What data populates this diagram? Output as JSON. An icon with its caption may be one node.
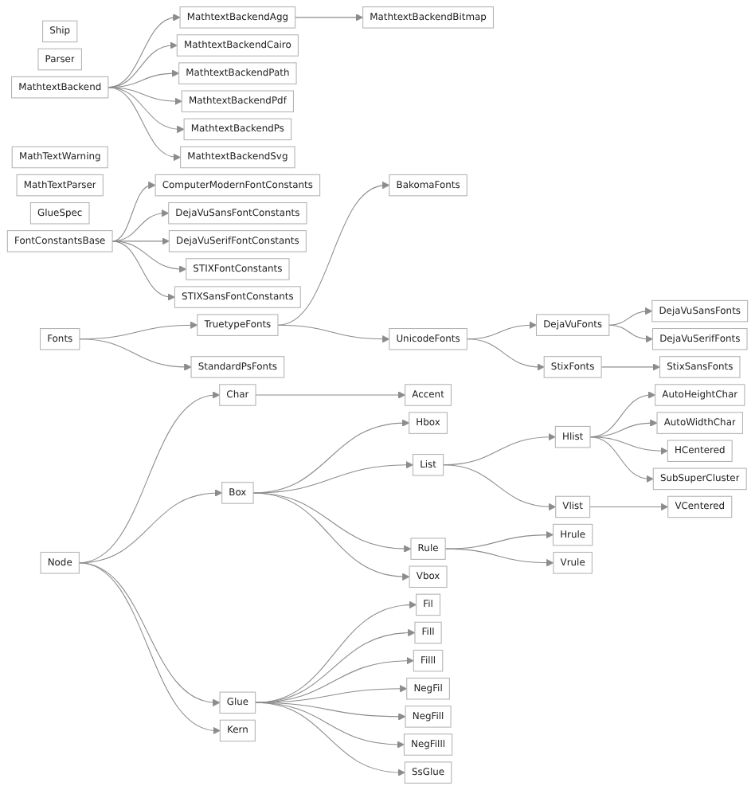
{
  "diagram": {
    "nodes": [
      {
        "text": [
          "Ship"
        ]
      },
      {
        "text": [
          "Parser"
        ]
      },
      {
        "text": [
          "MathtextBackend"
        ]
      },
      {
        "text": [
          "MathtextBackendAgg"
        ]
      },
      {
        "text": [
          "MathtextBackendBitmap"
        ]
      },
      {
        "text": [
          "MathtextBackendCairo"
        ]
      },
      {
        "text": [
          "MathtextBackendPath"
        ]
      },
      {
        "text": [
          "MathtextBackendPdf"
        ]
      },
      {
        "text": [
          "MathtextBackendPs"
        ]
      },
      {
        "text": [
          "MathtextBackendSvg"
        ]
      },
      {
        "text": [
          "MathTextWarning"
        ]
      },
      {
        "text": [
          "MathTextParser"
        ]
      },
      {
        "text": [
          "GlueSpec"
        ]
      },
      {
        "text": [
          "FontConstantsBase"
        ]
      },
      {
        "text": [
          "ComputerModernFontConstants"
        ]
      },
      {
        "text": [
          "DejaVuSansFontConstants"
        ]
      },
      {
        "text": [
          "DejaVuSerifFontConstants"
        ]
      },
      {
        "text": [
          "STIXFontConstants"
        ]
      },
      {
        "text": [
          "STIXSansFontConstants"
        ]
      },
      {
        "text": [
          "Fonts"
        ]
      },
      {
        "text": [
          "TruetypeFonts"
        ]
      },
      {
        "text": [
          "StandardPsFonts"
        ]
      },
      {
        "text": [
          "BakomaFonts"
        ]
      },
      {
        "text": [
          "UnicodeFonts"
        ]
      },
      {
        "text": [
          "DejaVuFonts"
        ]
      },
      {
        "text": [
          "StixFonts"
        ]
      },
      {
        "text": [
          "DejaVuSansFonts"
        ]
      },
      {
        "text": [
          "DejaVuSerifFonts"
        ]
      },
      {
        "text": [
          "StixSansFonts"
        ]
      },
      {
        "text": [
          "Node"
        ]
      },
      {
        "text": [
          "Char"
        ]
      },
      {
        "text": [
          "Box"
        ]
      },
      {
        "text": [
          "Glue"
        ]
      },
      {
        "text": [
          "Kern"
        ]
      },
      {
        "text": [
          "Accent"
        ]
      },
      {
        "text": [
          "Hbox"
        ]
      },
      {
        "text": [
          "List"
        ]
      },
      {
        "text": [
          "Rule"
        ]
      },
      {
        "text": [
          "Vbox"
        ]
      },
      {
        "text": [
          "Fil"
        ]
      },
      {
        "text": [
          "Fill"
        ]
      },
      {
        "text": [
          "Filll"
        ]
      },
      {
        "text": [
          "NegFil"
        ]
      },
      {
        "text": [
          "NegFill"
        ]
      },
      {
        "text": [
          "NegFilll"
        ]
      },
      {
        "text": [
          "SsGlue"
        ]
      },
      {
        "text": [
          "Hlist"
        ]
      },
      {
        "text": [
          "Vlist"
        ]
      },
      {
        "text": [
          "Hrule"
        ]
      },
      {
        "text": [
          "Vrule"
        ]
      },
      {
        "text": [
          "AutoHeightChar"
        ]
      },
      {
        "text": [
          "AutoWidthChar"
        ]
      },
      {
        "text": [
          "HCentered"
        ]
      },
      {
        "text": [
          "SubSuperCluster"
        ]
      },
      {
        "text": [
          "VCentered"
        ]
      }
    ],
    "edges": [
      {
        "from": 2,
        "to": 3,
        "arrow": "to"
      },
      {
        "from": 3,
        "to": 4,
        "arrow": "to"
      },
      {
        "from": 2,
        "to": 5,
        "arrow": "to"
      },
      {
        "from": 2,
        "to": 6,
        "arrow": "to"
      },
      {
        "from": 2,
        "to": 7,
        "arrow": "to"
      },
      {
        "from": 2,
        "to": 8,
        "arrow": "to"
      },
      {
        "from": 2,
        "to": 9,
        "arrow": "to"
      },
      {
        "from": 13,
        "to": 14,
        "arrow": "to"
      },
      {
        "from": 13,
        "to": 15,
        "arrow": "to"
      },
      {
        "from": 13,
        "to": 16,
        "arrow": "to"
      },
      {
        "from": 13,
        "to": 17,
        "arrow": "to"
      },
      {
        "from": 13,
        "to": 18,
        "arrow": "to"
      },
      {
        "from": 19,
        "to": 20,
        "arrow": "to"
      },
      {
        "from": 19,
        "to": 21,
        "arrow": "to"
      },
      {
        "from": 20,
        "to": 22,
        "arrow": "to"
      },
      {
        "from": 20,
        "to": 23,
        "arrow": "to"
      },
      {
        "from": 23,
        "to": 24,
        "arrow": "to"
      },
      {
        "from": 23,
        "to": 25,
        "arrow": "to"
      },
      {
        "from": 24,
        "to": 26,
        "arrow": "to"
      },
      {
        "from": 24,
        "to": 27,
        "arrow": "to"
      },
      {
        "from": 25,
        "to": 28,
        "arrow": "to"
      },
      {
        "from": 29,
        "to": 30,
        "arrow": "to"
      },
      {
        "from": 29,
        "to": 31,
        "arrow": "to"
      },
      {
        "from": 29,
        "to": 32,
        "arrow": "to"
      },
      {
        "from": 29,
        "to": 33,
        "arrow": "to"
      },
      {
        "from": 30,
        "to": 34,
        "arrow": "to"
      },
      {
        "from": 31,
        "to": 35,
        "arrow": "to"
      },
      {
        "from": 31,
        "to": 36,
        "arrow": "to"
      },
      {
        "from": 31,
        "to": 37,
        "arrow": "to"
      },
      {
        "from": 31,
        "to": 38,
        "arrow": "to"
      },
      {
        "from": 32,
        "to": 39,
        "arrow": "to"
      },
      {
        "from": 32,
        "to": 40,
        "arrow": "to"
      },
      {
        "from": 32,
        "to": 41,
        "arrow": "to"
      },
      {
        "from": 32,
        "to": 42,
        "arrow": "to"
      },
      {
        "from": 32,
        "to": 43,
        "arrow": "to"
      },
      {
        "from": 32,
        "to": 44,
        "arrow": "to"
      },
      {
        "from": 32,
        "to": 45,
        "arrow": "to"
      },
      {
        "from": 36,
        "to": 46,
        "arrow": "to"
      },
      {
        "from": 36,
        "to": 47,
        "arrow": "to"
      },
      {
        "from": 37,
        "to": 48,
        "arrow": "to"
      },
      {
        "from": 37,
        "to": 49,
        "arrow": "to"
      },
      {
        "from": 46,
        "to": 50,
        "arrow": "to"
      },
      {
        "from": 46,
        "to": 51,
        "arrow": "to"
      },
      {
        "from": 46,
        "to": 52,
        "arrow": "to"
      },
      {
        "from": 46,
        "to": 53,
        "arrow": "to"
      },
      {
        "from": 47,
        "to": 54,
        "arrow": "to"
      }
    ]
  }
}
